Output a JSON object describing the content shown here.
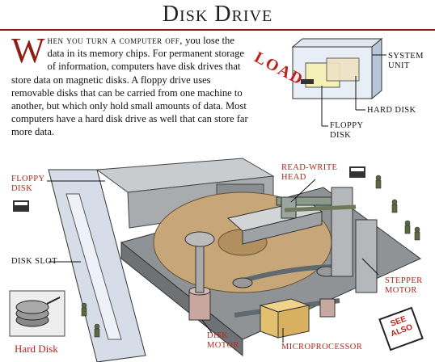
{
  "page": {
    "title": "Disk Drive",
    "intro_dropcap": "W",
    "intro_lead": "hen you turn a computer off,",
    "intro_rest": " you lose the data in its memory chips. For permanent storage of information, computers have disk drives that store data on magnetic disks. A floppy drive uses removable disks that can be carried from one machine to another, but which only hold small amounts of data. Most computers have a hard disk drive as well that can store far more data."
  },
  "labels": {
    "system_unit": "System Unit",
    "load": "LOAD",
    "hard_disk": "Hard Disk",
    "floppy_disk": "Floppy Disk",
    "read_write_head": "Read-Write Head",
    "floppy_disk_left": "Floppy Disk",
    "disk_slot": "Disk Slot",
    "stepper_motor": "Stepper Motor",
    "disk_motor": "Disk Motor",
    "microprocessor": "Microprocessor",
    "hard_disk_caption": "Hard Disk",
    "see_also": "SEE ALSO"
  },
  "icons": [
    "film-clip-icon",
    "film-clip-icon",
    "hard-disk-thumbnail-icon",
    "see-also-sign-icon"
  ],
  "colors": {
    "accent_red": "#c0201a",
    "title_rule": "#8c1f14",
    "disk_tan": "#c7a77a",
    "drive_gray": "#a9acaf",
    "bg": "#ffffff"
  }
}
